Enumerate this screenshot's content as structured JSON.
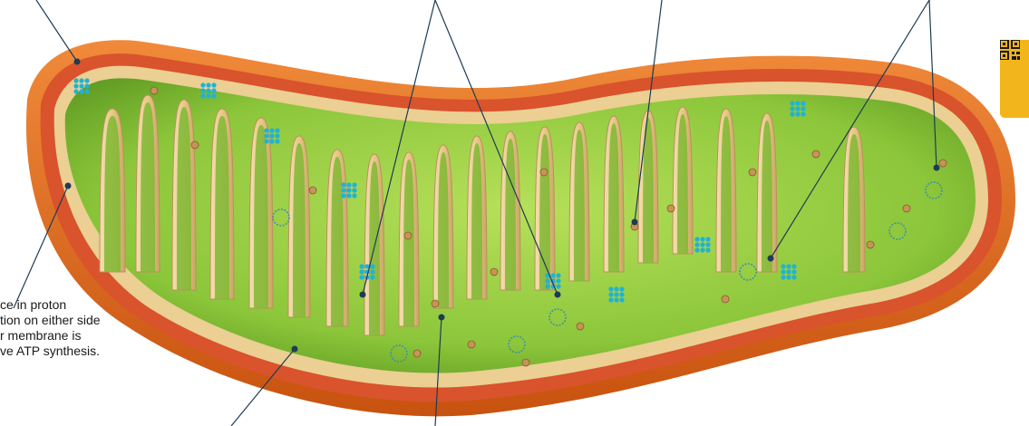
{
  "figure": {
    "subject": "mitochondrion cross-section",
    "caption_lines": [
      "ce in proton",
      "tion on either side",
      "r membrane is",
      "ve ATP synthesis."
    ],
    "colors": {
      "outer_membrane": "#e06a1f",
      "intermembrane_space": "#d9532c",
      "inner_membrane": "#ebcf93",
      "matrix": "#8cc63a",
      "atp_synthase": "#1fb3d6",
      "ribosome": "#c8935a",
      "dna": "#3d8fa8",
      "leader_line": "#1e3c55",
      "badge": "#f3b51c"
    }
  },
  "icons": {
    "qr_badge": "qr-code-icon"
  }
}
